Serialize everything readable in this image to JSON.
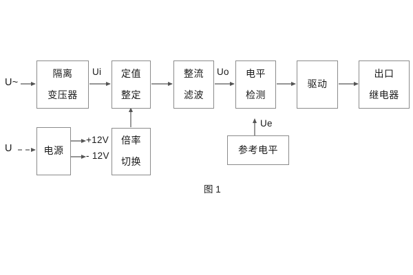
{
  "diagram": {
    "caption": "图 1",
    "blocks": [
      {
        "id": "isolation-transformer",
        "lines": [
          "隔离",
          "变压器"
        ]
      },
      {
        "id": "setting-value",
        "lines": [
          "定值",
          "整定"
        ]
      },
      {
        "id": "rectify-filter",
        "lines": [
          "整流",
          "滤波"
        ]
      },
      {
        "id": "level-detect",
        "lines": [
          "电平",
          "检测"
        ]
      },
      {
        "id": "drive",
        "lines": [
          "驱动"
        ]
      },
      {
        "id": "output-relay",
        "lines": [
          "出口",
          "继电器"
        ]
      },
      {
        "id": "power-supply",
        "lines": [
          "电源"
        ]
      },
      {
        "id": "multiplier-switch",
        "lines": [
          "倍率",
          "切换"
        ]
      },
      {
        "id": "reference-level",
        "lines": [
          "参考电平"
        ]
      }
    ],
    "labels": {
      "input_ac": "U~",
      "input_dc": "U",
      "signal_ui": "Ui",
      "signal_uo": "Uo",
      "signal_ue": "Ue",
      "rail_pos": "+12V",
      "rail_neg": "- 12V"
    },
    "colors": {
      "border": "#8a8a8a",
      "text": "#1a1a1a",
      "arrow": "#555555",
      "background": "#ffffff"
    }
  }
}
